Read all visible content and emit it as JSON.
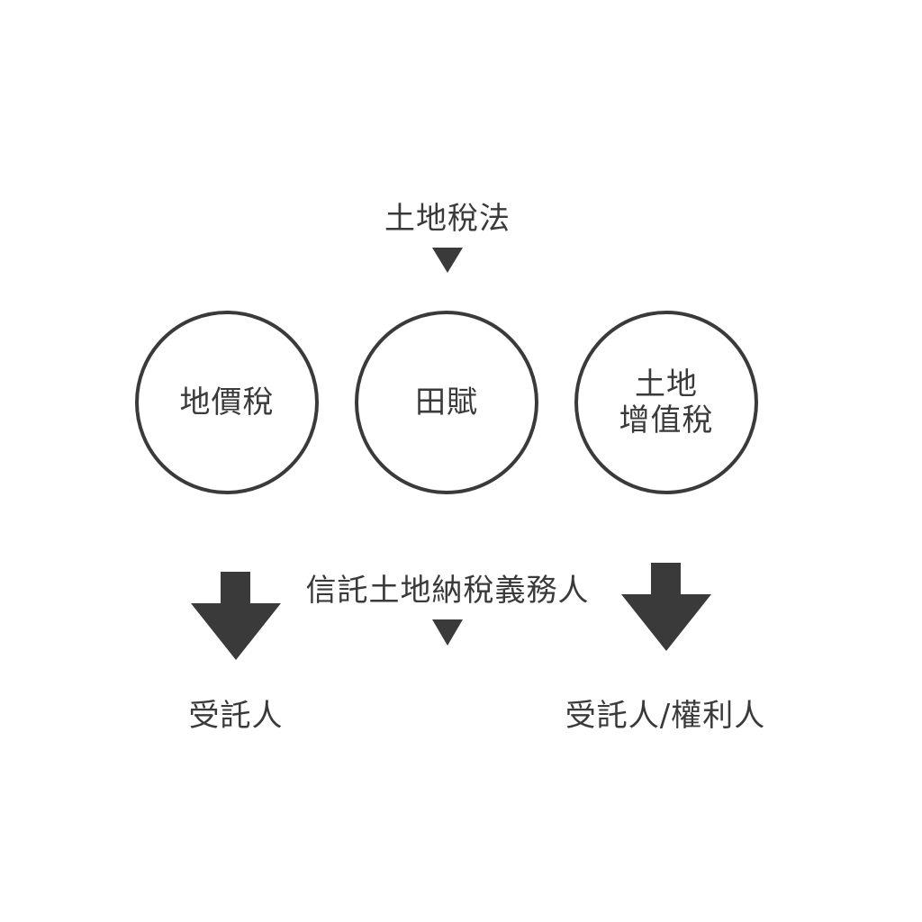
{
  "title": "土地稅法",
  "taxes": [
    {
      "lines": [
        "地價稅"
      ]
    },
    {
      "lines": [
        "田賦"
      ]
    },
    {
      "lines": [
        "土地",
        "增值稅"
      ]
    }
  ],
  "middle_label": "信託土地納稅義務人",
  "left_result": "受託人",
  "right_result": "受託人/權利人",
  "colors": {
    "ink": "#3a3a3a",
    "background": "#ffffff"
  }
}
